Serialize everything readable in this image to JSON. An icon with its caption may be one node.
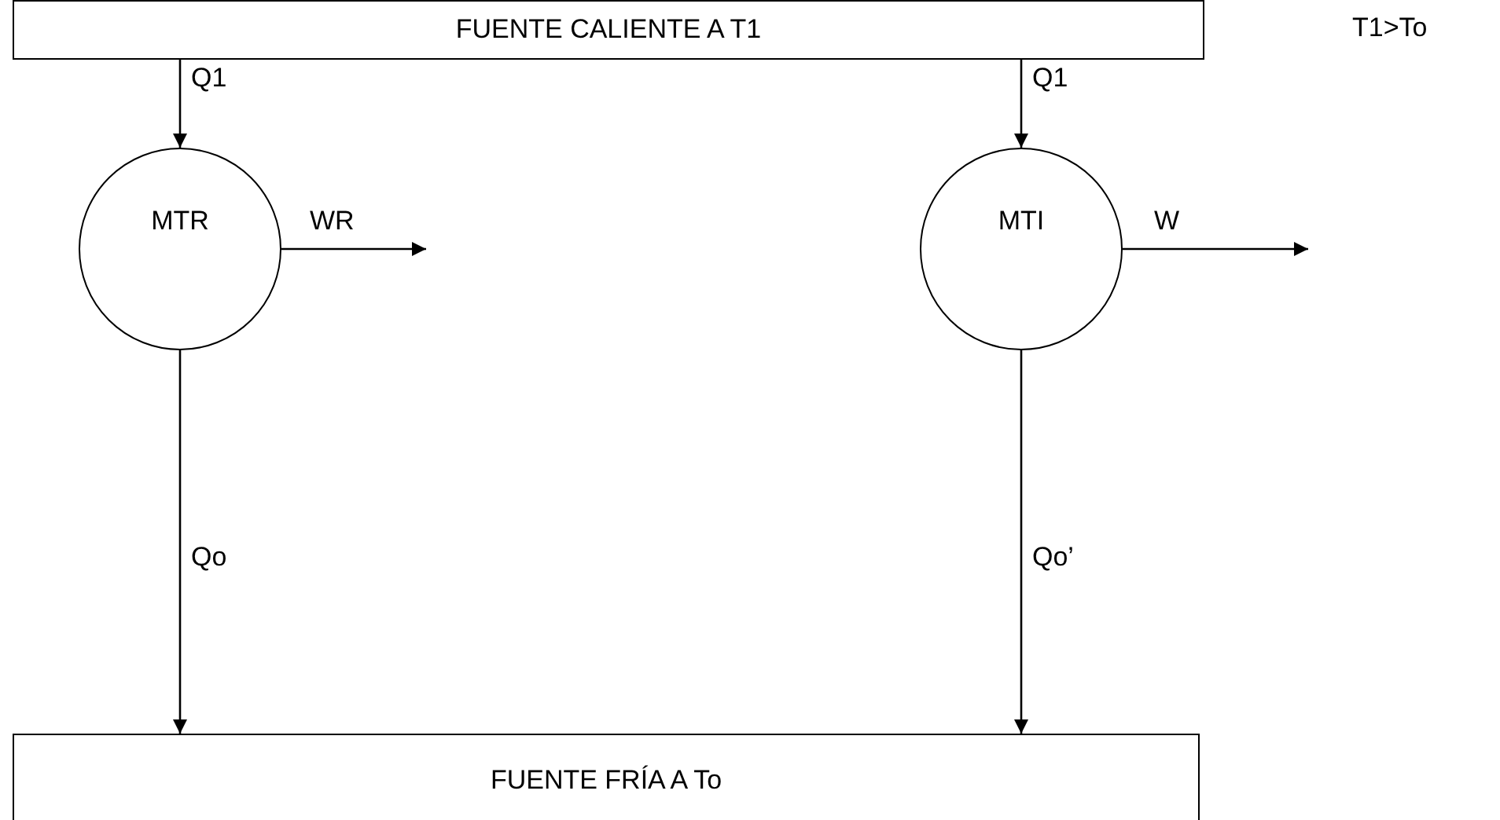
{
  "diagram": {
    "nodes": [
      {
        "text": [
          "FUENTE CALIENTE A T1"
        ]
      },
      {
        "text": [
          "MTR"
        ]
      },
      {
        "text": [
          "MTI"
        ]
      },
      {
        "text": [
          "FUENTE FRÍA A To"
        ]
      }
    ],
    "edges": [
      {
        "from": 0,
        "to": 1,
        "arrow": "to",
        "label": "Q1"
      },
      {
        "from": 0,
        "to": 2,
        "arrow": "to",
        "label": "Q1"
      },
      {
        "from": 1,
        "to": null,
        "arrow": "to",
        "label": "WR"
      },
      {
        "from": 2,
        "to": null,
        "arrow": "to",
        "label": "W"
      },
      {
        "from": 1,
        "to": 3,
        "arrow": "to",
        "label": "Qo"
      },
      {
        "from": 2,
        "to": 3,
        "arrow": "to",
        "label": "Qo’"
      }
    ],
    "labels": [
      "T1>To"
    ]
  }
}
